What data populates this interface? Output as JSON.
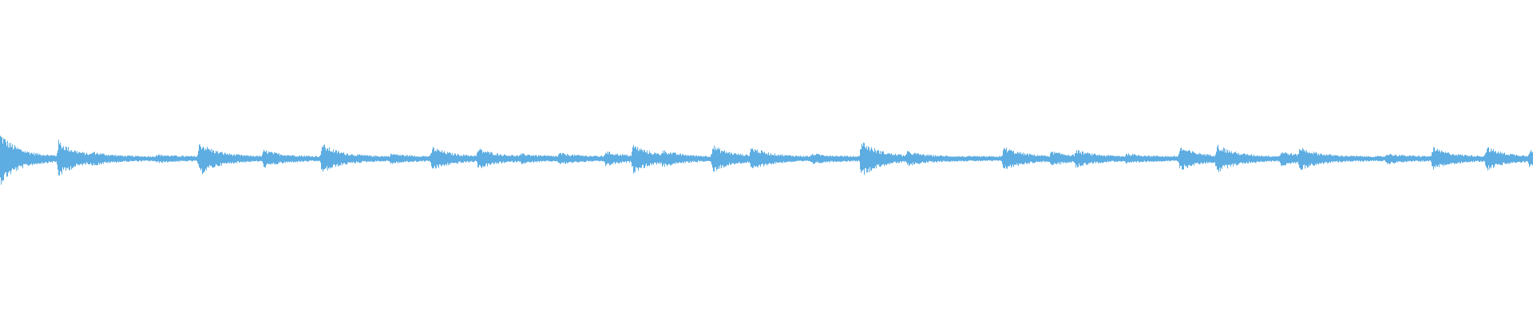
{
  "waveform": {
    "color": "#5dade2",
    "background": "#ffffff",
    "baseline_amplitude": 0.008,
    "peak_amplitude": 0.085,
    "onsets": [
      {
        "t": 0.0,
        "amp": 0.085
      },
      {
        "t": 0.038,
        "amp": 0.06
      },
      {
        "t": 0.06,
        "amp": 0.025
      },
      {
        "t": 0.102,
        "amp": 0.015
      },
      {
        "t": 0.13,
        "amp": 0.055
      },
      {
        "t": 0.172,
        "amp": 0.03
      },
      {
        "t": 0.21,
        "amp": 0.05
      },
      {
        "t": 0.255,
        "amp": 0.018
      },
      {
        "t": 0.282,
        "amp": 0.04
      },
      {
        "t": 0.312,
        "amp": 0.035
      },
      {
        "t": 0.34,
        "amp": 0.018
      },
      {
        "t": 0.365,
        "amp": 0.02
      },
      {
        "t": 0.395,
        "amp": 0.025
      },
      {
        "t": 0.413,
        "amp": 0.048
      },
      {
        "t": 0.432,
        "amp": 0.03
      },
      {
        "t": 0.465,
        "amp": 0.045
      },
      {
        "t": 0.49,
        "amp": 0.04
      },
      {
        "t": 0.53,
        "amp": 0.018
      },
      {
        "t": 0.562,
        "amp": 0.06
      },
      {
        "t": 0.592,
        "amp": 0.025
      },
      {
        "t": 0.655,
        "amp": 0.04
      },
      {
        "t": 0.686,
        "amp": 0.025
      },
      {
        "t": 0.702,
        "amp": 0.03
      },
      {
        "t": 0.735,
        "amp": 0.018
      },
      {
        "t": 0.77,
        "amp": 0.04
      },
      {
        "t": 0.794,
        "amp": 0.048
      },
      {
        "t": 0.836,
        "amp": 0.025
      },
      {
        "t": 0.848,
        "amp": 0.04
      },
      {
        "t": 0.905,
        "amp": 0.018
      },
      {
        "t": 0.935,
        "amp": 0.038
      },
      {
        "t": 0.97,
        "amp": 0.04
      },
      {
        "t": 0.998,
        "amp": 0.03
      }
    ]
  }
}
